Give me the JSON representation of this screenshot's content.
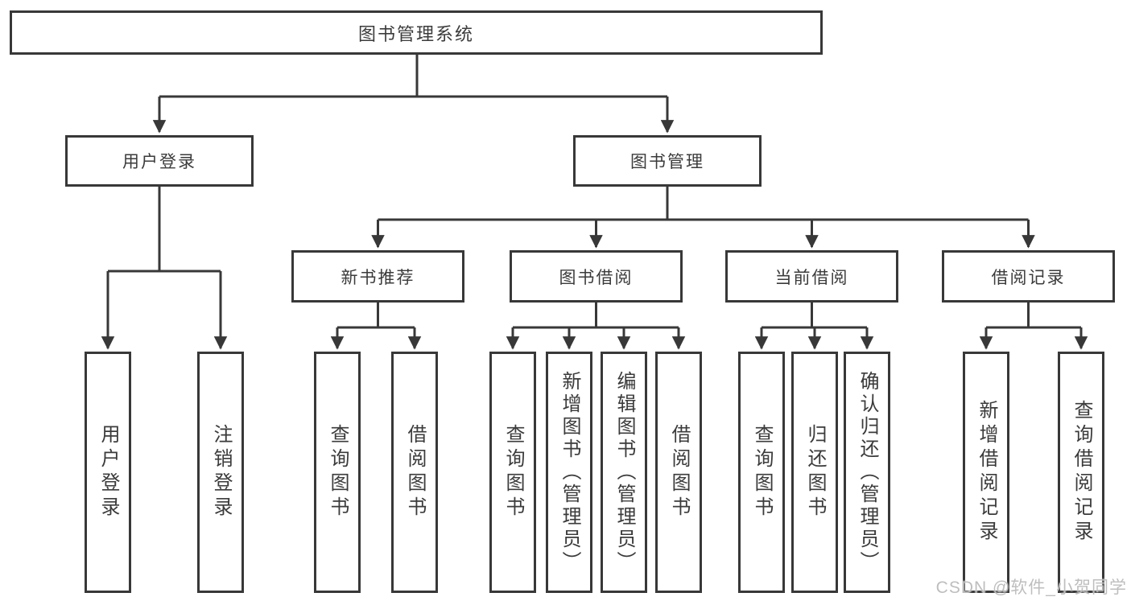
{
  "tree": {
    "label": "图书管理系统",
    "children": [
      {
        "label": "用户登录",
        "children": [
          {
            "label": "用户登录"
          },
          {
            "label": "注销登录"
          }
        ]
      },
      {
        "label": "图书管理",
        "children": [
          {
            "label": "新书推荐",
            "children": [
              {
                "label": "查询图书"
              },
              {
                "label": "借阅图书"
              }
            ]
          },
          {
            "label": "图书借阅",
            "children": [
              {
                "label": "查询图书"
              },
              {
                "label": "新增图书（管理员）"
              },
              {
                "label": "编辑图书（管理员）"
              },
              {
                "label": "借阅图书"
              }
            ]
          },
          {
            "label": "当前借阅",
            "children": [
              {
                "label": "查询图书"
              },
              {
                "label": "归还图书"
              },
              {
                "label": "确认归还（管理员）"
              }
            ]
          },
          {
            "label": "借阅记录",
            "children": [
              {
                "label": "新增借阅记录"
              },
              {
                "label": "查询借阅记录"
              }
            ]
          }
        ]
      }
    ]
  },
  "watermark": {
    "text": "CSDN @软件_小贺同学"
  },
  "colors": {
    "line": "#383838",
    "box_border": "#383838",
    "box_fill": "#ffffff",
    "text": "#3b3b3b",
    "watermark": "#bababa"
  }
}
